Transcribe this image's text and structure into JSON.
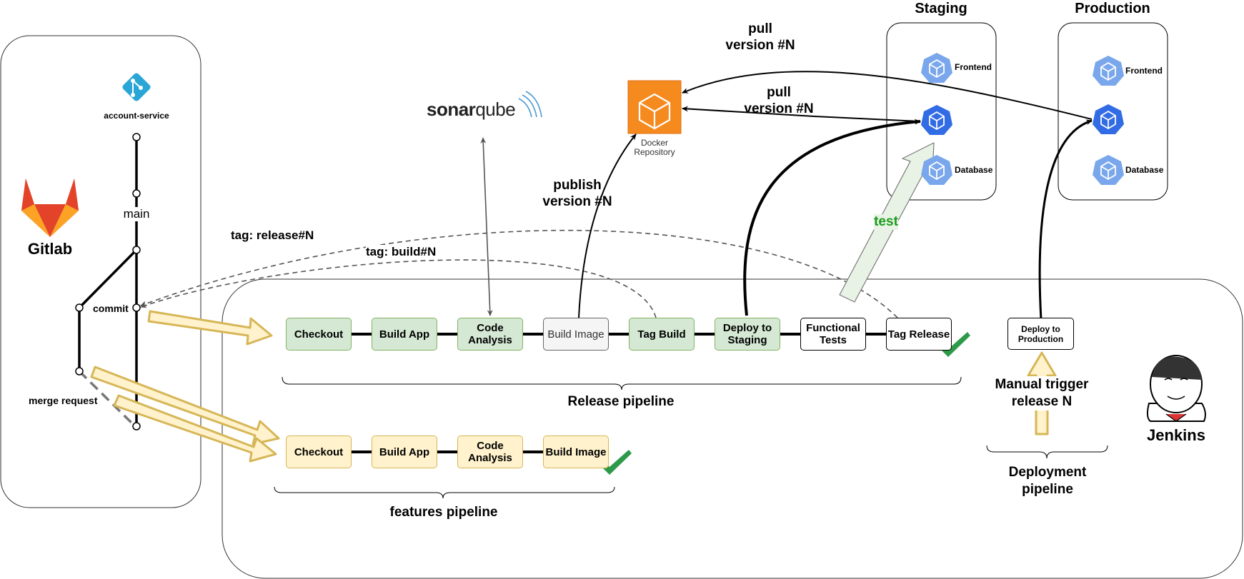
{
  "gitlab": {
    "title": "Gitlab",
    "repo_label": "account-service",
    "branch_main": "main",
    "commit_label": "commit",
    "merge_request_label": "merge request"
  },
  "sonarqube": {
    "logo_text_bold": "sonar",
    "logo_text_light": "qube"
  },
  "docker": {
    "label_line1": "Docker",
    "label_line2": "Repository"
  },
  "arrows": {
    "publish_l1": "publish",
    "publish_l2": "version #N",
    "pull_top_l1": "pull",
    "pull_top_l2": "version #N",
    "pull_mid_l1": "pull",
    "pull_mid_l2": "version #N",
    "tag_release": "tag: release#N",
    "tag_build": "tag: build#N",
    "test": "test"
  },
  "environments": {
    "staging": {
      "title": "Staging",
      "frontend": "Frontend",
      "database": "Database"
    },
    "production": {
      "title": "Production",
      "frontend": "Frontend",
      "database": "Database"
    }
  },
  "release_pipeline": {
    "label": "Release pipeline",
    "stages": [
      {
        "line1": "Checkout",
        "line2": "",
        "style": "green"
      },
      {
        "line1": "Build App",
        "line2": "",
        "style": "green"
      },
      {
        "line1": "Code",
        "line2": "Analysis",
        "style": "green"
      },
      {
        "line1": "Build Image",
        "line2": "",
        "style": "gray"
      },
      {
        "line1": "Tag Build",
        "line2": "",
        "style": "green"
      },
      {
        "line1": "Deploy to",
        "line2": "Staging",
        "style": "green"
      },
      {
        "line1": "Functional",
        "line2": "Tests",
        "style": "white"
      },
      {
        "line1": "Tag Release",
        "line2": "",
        "style": "white"
      }
    ]
  },
  "features_pipeline": {
    "label": "features pipeline",
    "stages": [
      {
        "line1": "Checkout",
        "line2": "",
        "style": "yellow"
      },
      {
        "line1": "Build App",
        "line2": "",
        "style": "yellow"
      },
      {
        "line1": "Code",
        "line2": "Analysis",
        "style": "yellow"
      },
      {
        "line1": "Build Image",
        "line2": "",
        "style": "yellow"
      }
    ]
  },
  "deployment_pipeline": {
    "label_l1": "Deployment",
    "label_l2": "pipeline",
    "stage_l1": "Deploy to",
    "stage_l2": "Production",
    "trigger_l1": "Manual trigger",
    "trigger_l2": "release N"
  },
  "jenkins": {
    "title": "Jenkins"
  },
  "colors": {
    "green_fill": "#d5e8d4",
    "green_stroke": "#82b366",
    "yellow_fill": "#fff2cc",
    "yellow_stroke": "#d6b656",
    "gitlab_orange": "#e24329",
    "docker_orange": "#f58a1f",
    "k8s_blue": "#326ce5",
    "check_green": "#2d9a4a",
    "test_green": "#1a9a1a",
    "git_blue": "#2aa6d6"
  }
}
